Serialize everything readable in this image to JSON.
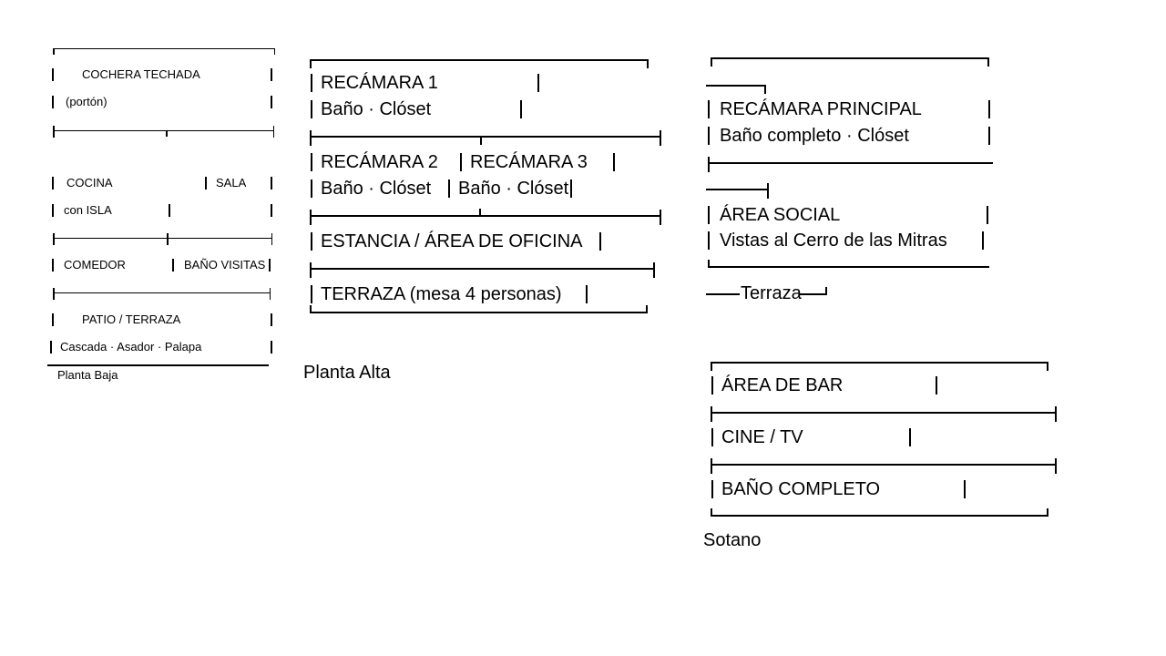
{
  "planta_baja": {
    "label": "Planta Baja",
    "cochera": "COCHERA TECHADA",
    "cochera_note": "(portón)",
    "cocina": "COCINA",
    "cocina_note": "con ISLA",
    "sala": "SALA",
    "comedor": "COMEDOR",
    "bano_visitas": "BAÑO VISITAS",
    "patio": "PATIO / TERRAZA",
    "patio_note": "Cascada · Asador · Palapa"
  },
  "planta_alta": {
    "label": "Planta Alta",
    "recamara_1": "RECÁMARA 1",
    "recamara_1_note": "Baño · Clóset",
    "recamara_2": "RECÁMARA 2",
    "recamara_2_note": "Baño · Clóset",
    "recamara_3": "RECÁMARA 3",
    "recamara_3_note": "Baño · Clóset",
    "estancia": "ESTANCIA / ÁREA DE OFICINA",
    "terraza": "TERRAZA (mesa 4 personas)"
  },
  "nivel_terraza": {
    "recamara_principal": "RECÁMARA PRINCIPAL",
    "recamara_principal_note": "Baño completo · Clóset",
    "area_social": "ÁREA SOCIAL",
    "area_social_note": "Vistas al Cerro de las Mitras",
    "terraza": "Terraza"
  },
  "sotano": {
    "label": "Sotano",
    "area_bar": "ÁREA DE BAR",
    "cine_tv": "CINE / TV",
    "bano_completo": "BAÑO COMPLETO"
  }
}
